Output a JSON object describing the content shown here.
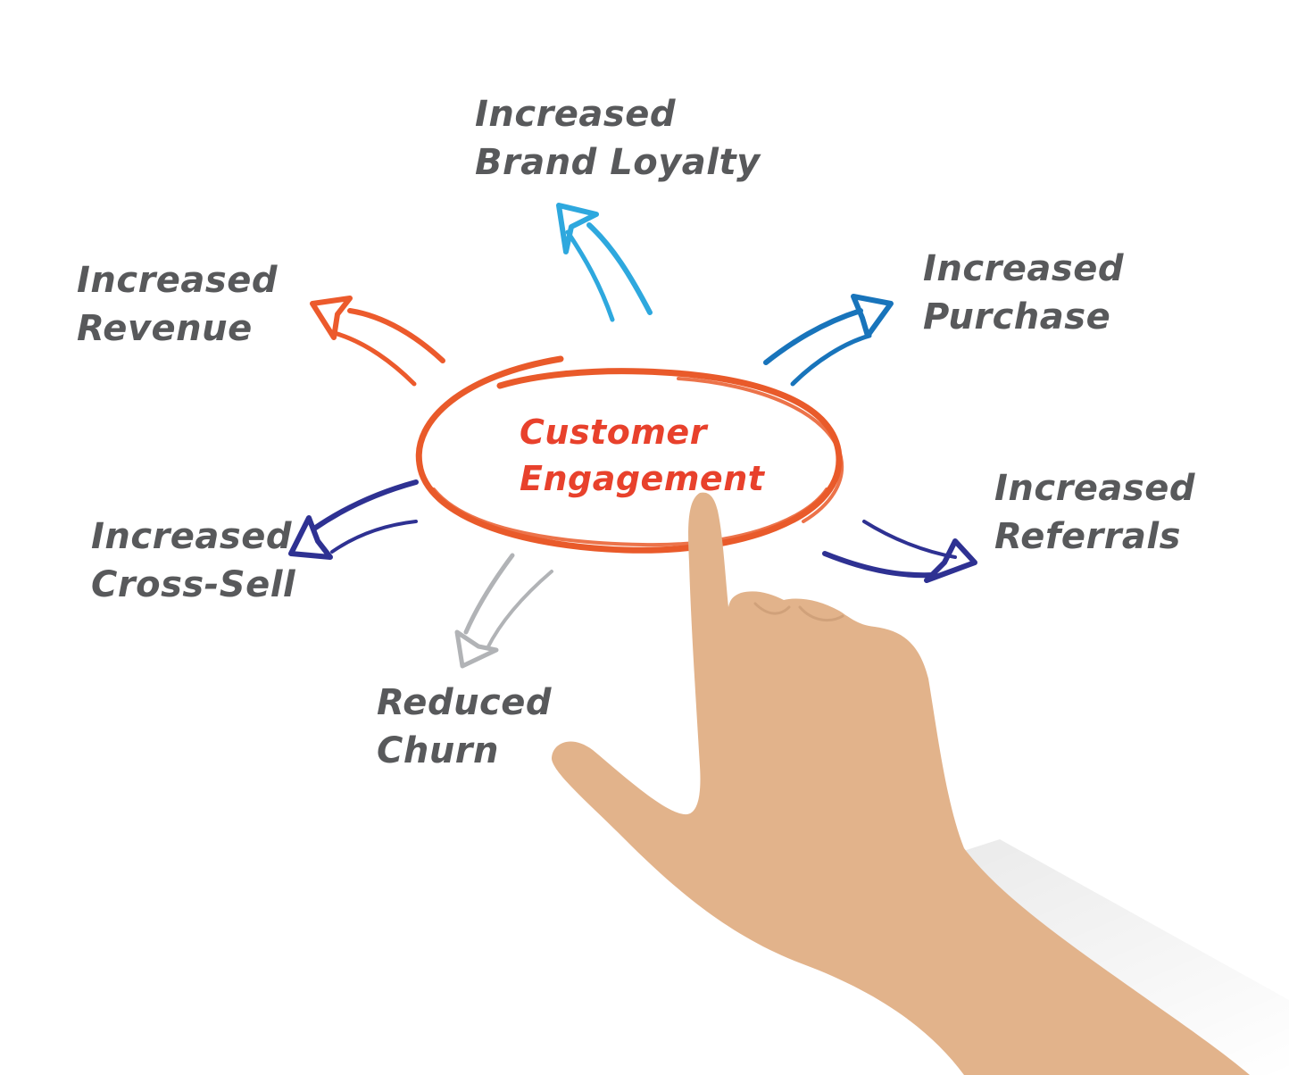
{
  "center": {
    "line1": "Customer",
    "line2": "Engagement",
    "color": "#e8412c",
    "ring_color": "#e95a2a"
  },
  "outcomes": [
    {
      "id": "brand-loyalty",
      "line1": "Increased",
      "line2": "Brand Loyalty",
      "arrow_color": "#2ea8de"
    },
    {
      "id": "revenue",
      "line1": "Increased",
      "line2": "Revenue",
      "arrow_color": "#ec5a2c"
    },
    {
      "id": "purchase",
      "line1": "Increased",
      "line2": "Purchase",
      "arrow_color": "#1874bb"
    },
    {
      "id": "referrals",
      "line1": "Increased",
      "line2": "Referrals",
      "arrow_color": "#2e3192"
    },
    {
      "id": "cross-sell",
      "line1": "Increased",
      "line2": "Cross-Sell",
      "arrow_color": "#2e3192"
    },
    {
      "id": "churn",
      "line1": "Reduced",
      "line2": "Churn",
      "arrow_color": "#b1b3b6"
    }
  ],
  "text_color": "#58595b",
  "hand_color": "#e2b38b",
  "background": "#ffffff"
}
